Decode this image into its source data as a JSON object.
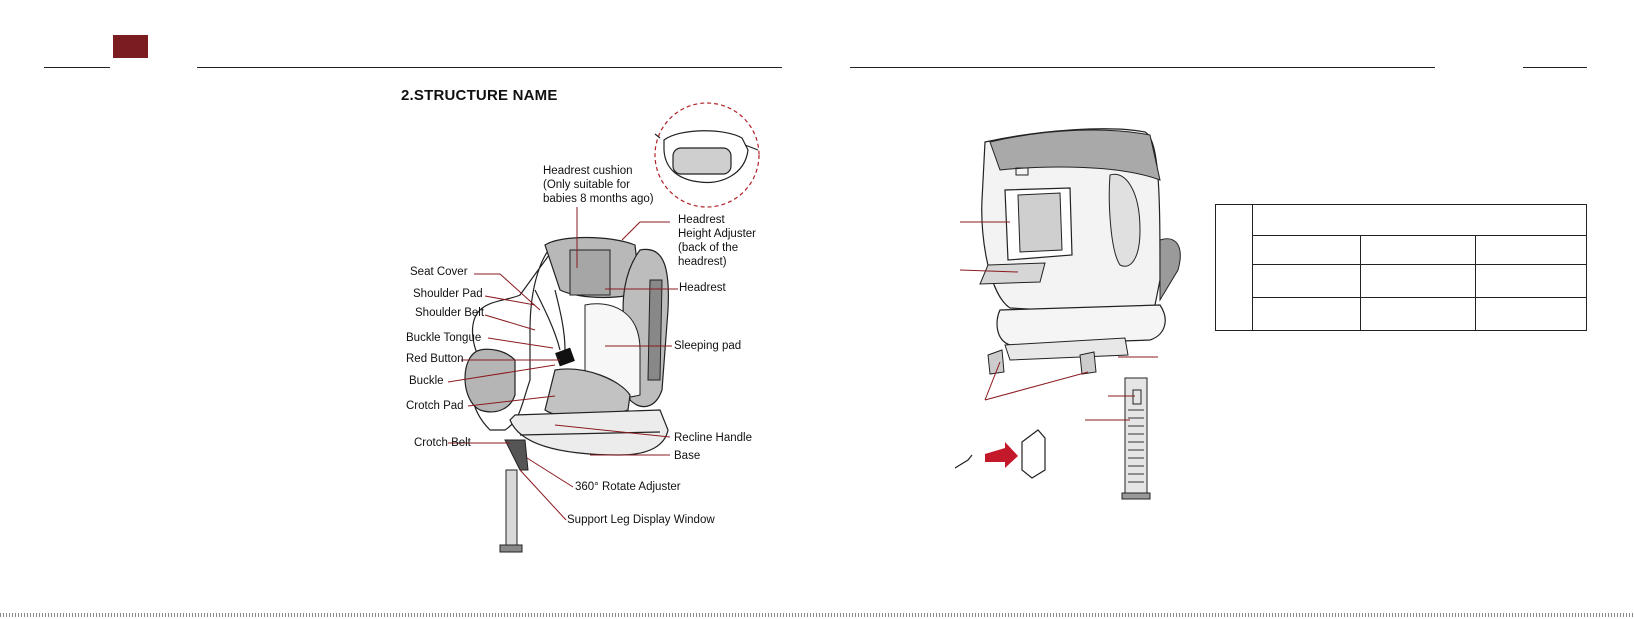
{
  "section_title": "2.STRUCTURE NAME",
  "colors": {
    "accent": "#7a1c20",
    "leader_line": "#8a1a1f",
    "ink": "#222222"
  },
  "labels": {
    "headrest_cushion": "Headrest  cushion",
    "headrest_cushion_note_1": "(Only suitable for",
    "headrest_cushion_note_2": "babies 8 months ago)",
    "headrest_height_adjuster_1": "Headrest",
    "headrest_height_adjuster_2": "Height Adjuster",
    "headrest_height_adjuster_3": "(back of the",
    "headrest_height_adjuster_4": "headrest)",
    "headrest": "Headrest",
    "sleeping_pad": "Sleeping pad",
    "seat_cover": "Seat Cover",
    "shoulder_pad": "Shoulder Pad",
    "shoulder_belt": "Shoulder Belt",
    "buckle_tongue": "Buckle Tongue",
    "red_button": "Red Button",
    "buckle": "Buckle",
    "crotch_pad": "Crotch Pad",
    "crotch_belt": "Crotch Belt",
    "recline_handle": "Recline Handle",
    "base": "Base",
    "rotate_adjuster": "360° Rotate Adjuster",
    "support_leg_window": "Support Leg Display Window"
  }
}
